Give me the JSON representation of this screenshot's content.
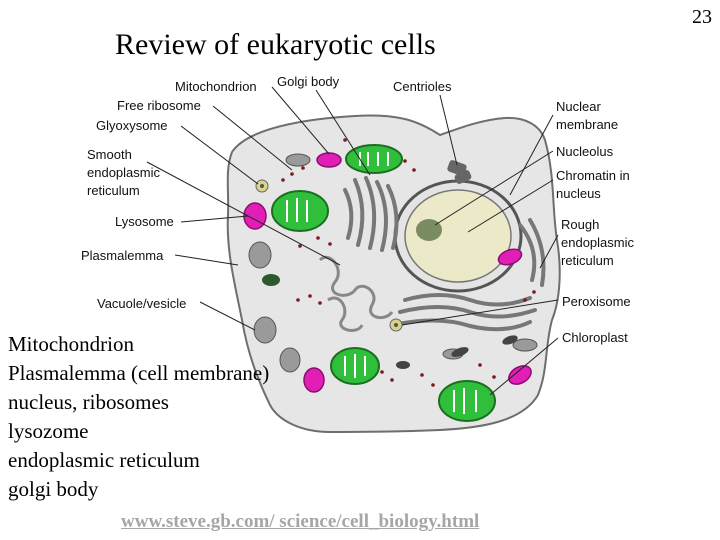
{
  "slide": {
    "title": "Review of eukaryotic cells",
    "page_number": "23"
  },
  "diagram_labels": {
    "mitochondrion": "Mitochondrion",
    "golgi_body": "Golgi body",
    "centrioles": "Centrioles",
    "free_ribosome": "Free ribosome",
    "glyoxysome": "Glyoxysome",
    "smooth_er_line1": "Smooth",
    "smooth_er_line2": "endoplasmic",
    "smooth_er_line3": "reticulum",
    "lysosome": "Lysosome",
    "plasmalemma": "Plasmalemma",
    "vacuole": "Vacuole/vesicle",
    "nuclear_membrane_line1": "Nuclear",
    "nuclear_membrane_line2": "membrane",
    "nucleolus": "Nucleolus",
    "chromatin_line1": "Chromatin in",
    "chromatin_line2": "nucleus",
    "rough_er_line1": "Rough",
    "rough_er_line2": "endoplasmic",
    "rough_er_line3": "reticulum",
    "peroxisome": "Peroxisome",
    "chloroplast": "Chloroplast"
  },
  "bullet_list": [
    "Mitochondrion",
    "Plasmalemma (cell membrane)",
    "nucleus, ribosomes",
    "lysozome",
    "endoplasmic reticulum",
    "golgi body"
  ],
  "source_link": "www.steve.gb.com/ science/cell_biology.html",
  "colors": {
    "cytoplasm": "#e6e6e6",
    "cell_outline": "#6e6e6e",
    "nucleus": "#ece9c9",
    "nucleolus": "#7a8c62",
    "chloroplast": "#2fbf3a",
    "mitochondrion": "#e11fb6",
    "vacuole": "#9a9a9a",
    "er": "#777777",
    "link_gray": "#a6a6a6"
  }
}
